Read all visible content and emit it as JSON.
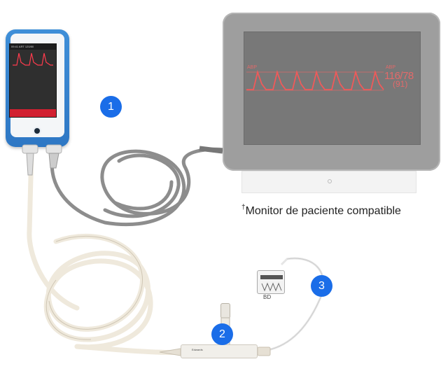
{
  "device": {
    "topbar_text": "09:41   ART 120/80"
  },
  "monitor": {
    "wave_label_left": "ABP",
    "wave_label_right": "ABP",
    "pressure_value": "116/78",
    "pressure_mean": "(91)"
  },
  "caption": {
    "dagger": "†",
    "text": "Monitor de paciente compatible"
  },
  "badges": {
    "one": "1",
    "two": "2",
    "three": "3"
  },
  "sensor": {
    "label": "Edwards"
  },
  "plug": {
    "brand": "BD"
  },
  "colors": {
    "device_blue": "#2e77c4",
    "badge_blue": "#1a6de8",
    "waveform_red": "#e2475a",
    "monitor_gray": "#9e9e9e"
  }
}
